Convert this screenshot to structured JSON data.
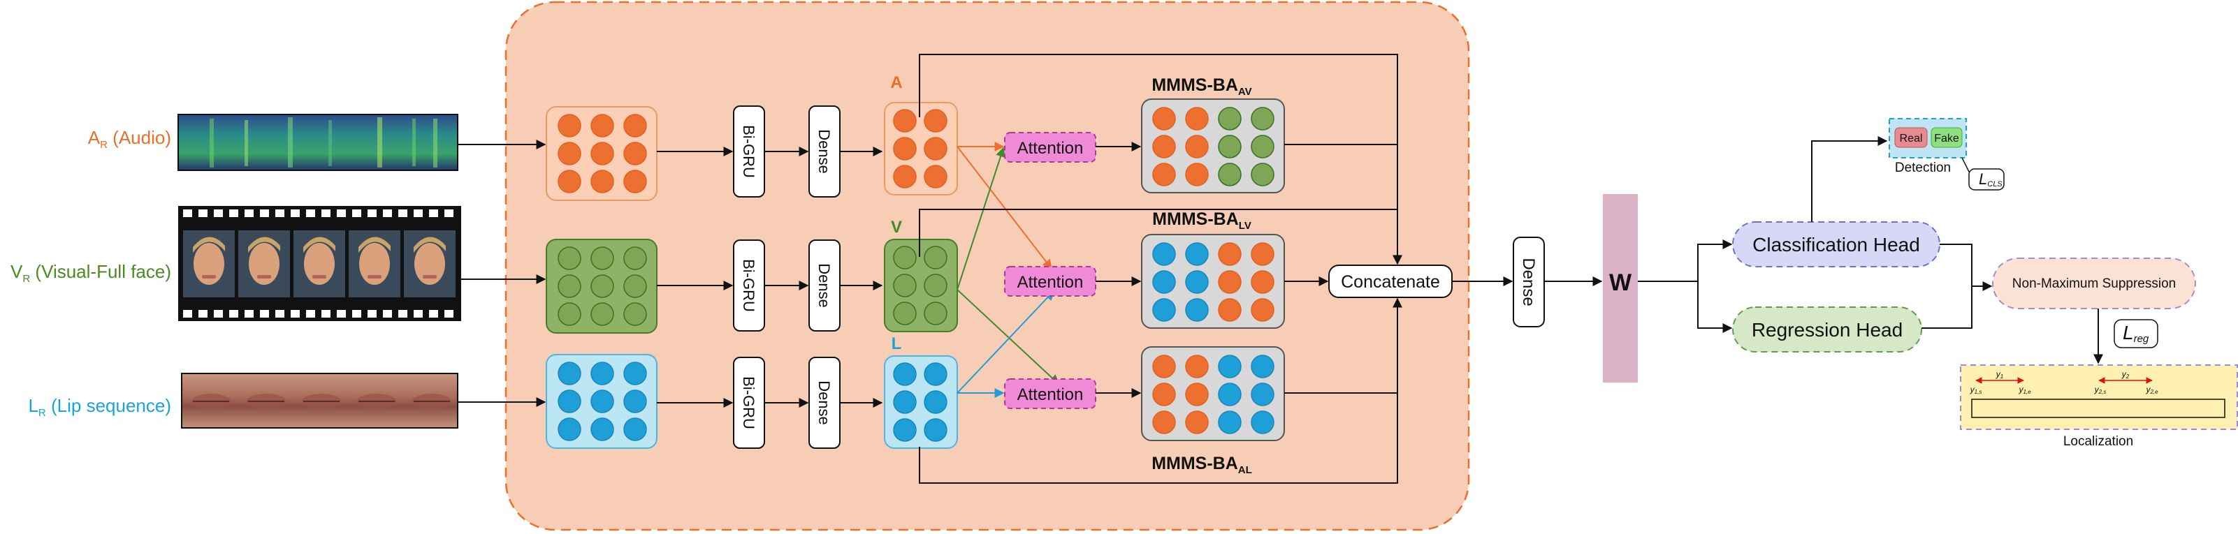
{
  "inputs": {
    "audio": {
      "label": "A",
      "sub": "R",
      "rest": " (Audio)",
      "color": "#e8702a"
    },
    "visual": {
      "label": "V",
      "sub": "R",
      "rest": " (Visual-Full face)",
      "color": "#4a8a23"
    },
    "lip": {
      "label": "L",
      "sub": "R",
      "rest": " (Lip sequence)",
      "color": "#1aa3d6"
    }
  },
  "blocks": {
    "bigru": "Bi-GRU",
    "dense": "Dense",
    "attention": "Attention",
    "concatenate": "Concatenate",
    "dense_main": "Dense",
    "w": "W"
  },
  "modality_tags": {
    "a": "A",
    "v": "V",
    "l": "L"
  },
  "mmms": {
    "prefix": "MMMS-BA",
    "av_sub": "AV",
    "lv_sub": "LV",
    "al_sub": "AL"
  },
  "heads": {
    "classification": "Classification Head",
    "regression": "Regression Head",
    "nms": "Non-Maximum Suppression"
  },
  "detection": {
    "real": "Real",
    "fake": "Fake",
    "caption": "Detection",
    "loss": "L",
    "loss_sub": "CLS"
  },
  "localization": {
    "caption": "Localization",
    "loss": "L",
    "loss_sub": "reg",
    "marks": [
      {
        "name": "y",
        "sub": "1"
      },
      {
        "name": "y",
        "sub": "2"
      }
    ],
    "ends": [
      {
        "name": "y",
        "sub": "1,s"
      },
      {
        "name": "y",
        "sub": "1,e"
      },
      {
        "name": "y",
        "sub": "2,s"
      },
      {
        "name": "y",
        "sub": "2,e"
      }
    ]
  },
  "colors": {
    "orange": "#ee7030",
    "green": "#7fa654",
    "blue": "#1e9fd8",
    "panel": "#f8cdb5",
    "attention": "#f08ad8",
    "w": "#dcb2c6",
    "classification": "#d8d8f6",
    "regression": "#d6e8c8",
    "nms": "#fbe2d4",
    "localization": "#fdf0b0"
  }
}
